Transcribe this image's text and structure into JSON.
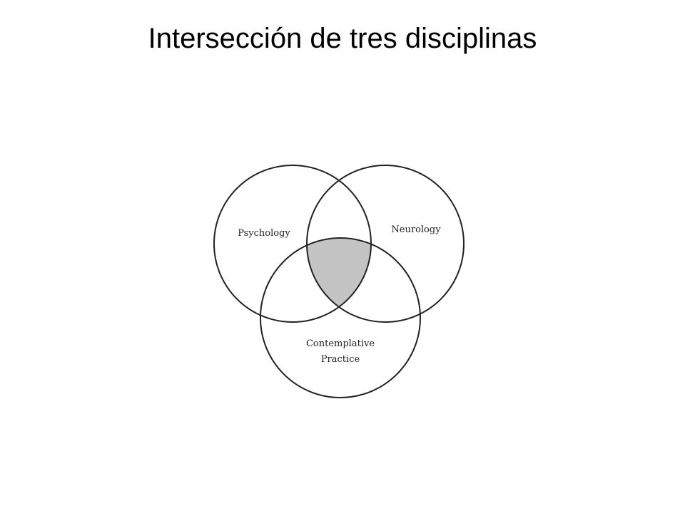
{
  "title": "Intersección de tres disciplinas",
  "diagram": {
    "sets": [
      {
        "label": "Psychology"
      },
      {
        "label": "Neurology"
      },
      {
        "label_lines": [
          "Contemplative",
          "Practice"
        ]
      }
    ],
    "overlap_color": "#c4c4c4",
    "stroke_color": "#222222"
  }
}
